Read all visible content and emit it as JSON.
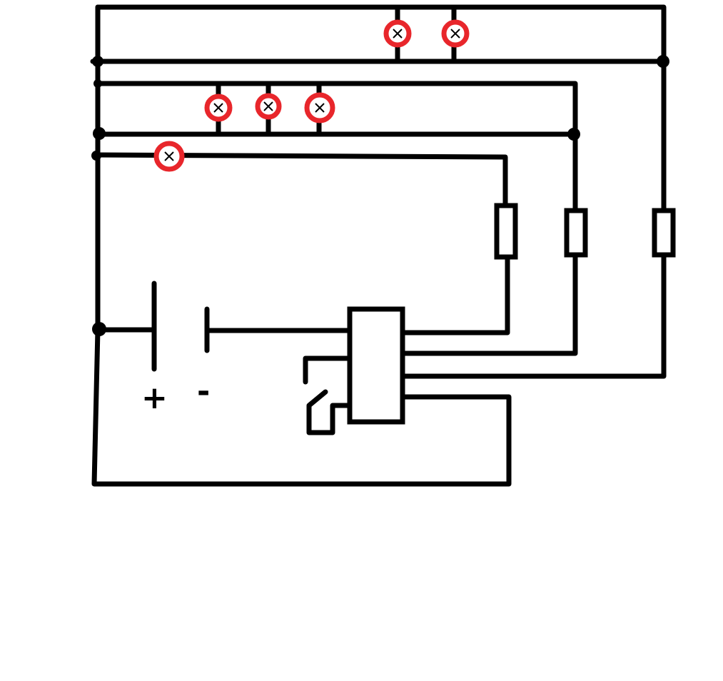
{
  "diagram": {
    "type": "electrical-circuit",
    "colors": {
      "wire": "#000000",
      "lamp_ring": "#e8262b",
      "background": "#ffffff"
    },
    "battery": {
      "plus_label": "+",
      "minus_label": "-"
    },
    "lamps_count": 6,
    "resistors_count": 3
  }
}
